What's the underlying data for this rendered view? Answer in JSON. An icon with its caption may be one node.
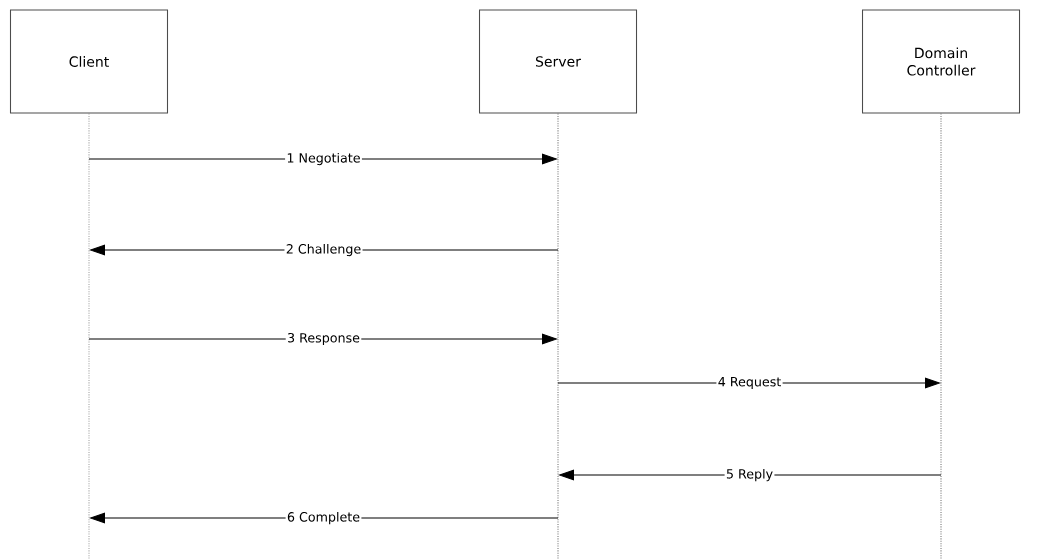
{
  "diagram": {
    "nodes": [
      {
        "text": [
          "Client"
        ]
      },
      {
        "text": [
          "Server"
        ]
      },
      {
        "text": [
          "Domain Controller"
        ]
      }
    ],
    "edges": [
      {
        "from": 0,
        "to": 1,
        "arrow": "to",
        "label": "1 Negotiate"
      },
      {
        "from": 1,
        "to": 0,
        "arrow": "to",
        "label": "2 Challenge"
      },
      {
        "from": 0,
        "to": 1,
        "arrow": "to",
        "label": "3 Response"
      },
      {
        "from": 1,
        "to": 2,
        "arrow": "to",
        "label": "4 Request"
      },
      {
        "from": 2,
        "to": 1,
        "arrow": "to",
        "label": "5 Reply"
      },
      {
        "from": 1,
        "to": 0,
        "arrow": "to",
        "label": "6 Complete"
      }
    ]
  }
}
